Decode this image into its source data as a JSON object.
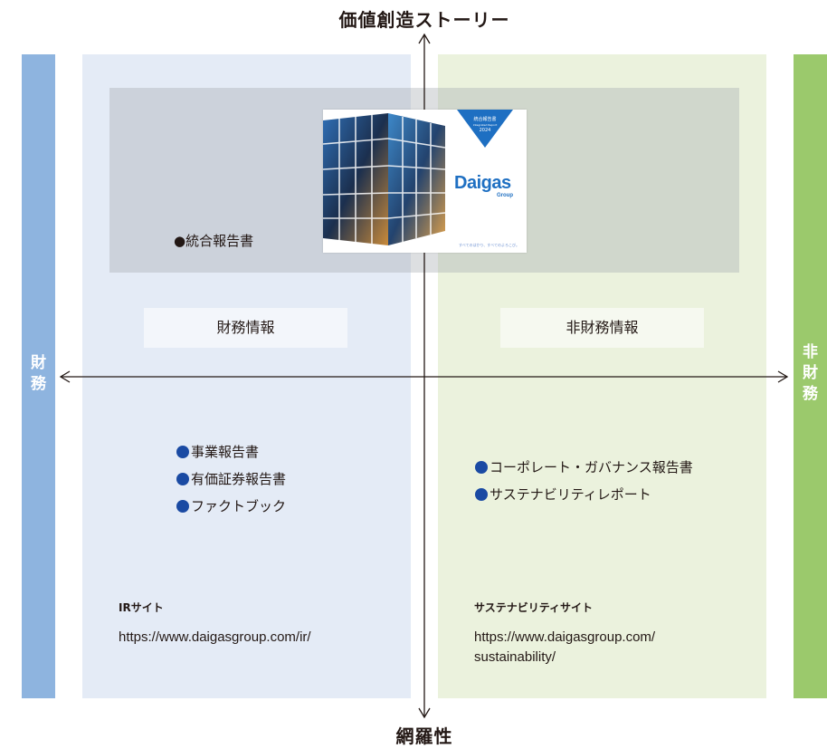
{
  "colors": {
    "financial_bar": "#8eb4df",
    "financial_panel": "#e4ebf6",
    "nonfinancial_bar": "#9bc96c",
    "nonfinancial_panel": "#ebf2dd",
    "band": "rgba(165,170,175,0.38)",
    "dot": "#1a4aa3",
    "axis": "#231815",
    "cover_triangle": "#1e6fc2"
  },
  "axis": {
    "top": "価値創造ストーリー",
    "bottom": "網羅性",
    "left_chars": [
      "財",
      "務"
    ],
    "right_chars": [
      "非",
      "財",
      "務"
    ]
  },
  "band": {
    "item": "●統合報告書",
    "cover": {
      "badge_line1": "統合報告書",
      "badge_line2": "Integrated Report",
      "badge_year": "2024",
      "logo": "Daigas",
      "logo_sub": "Group",
      "tagline": "すべてのはかり、すべてのよろこび。"
    }
  },
  "left": {
    "label": "財務情報",
    "items": [
      "事業報告書",
      "有価証券報告書",
      "ファクトブック"
    ],
    "site_label": "IRサイト",
    "site_url": "https://www.daigasgroup.com/ir/"
  },
  "right": {
    "label": "非財務情報",
    "items": [
      "コーポレート・ガバナンス報告書",
      "サステナビリティレポート"
    ],
    "site_label": "サステナビリティサイト",
    "site_url_line1": "https://www.daigasgroup.com/",
    "site_url_line2": "sustainability/"
  }
}
